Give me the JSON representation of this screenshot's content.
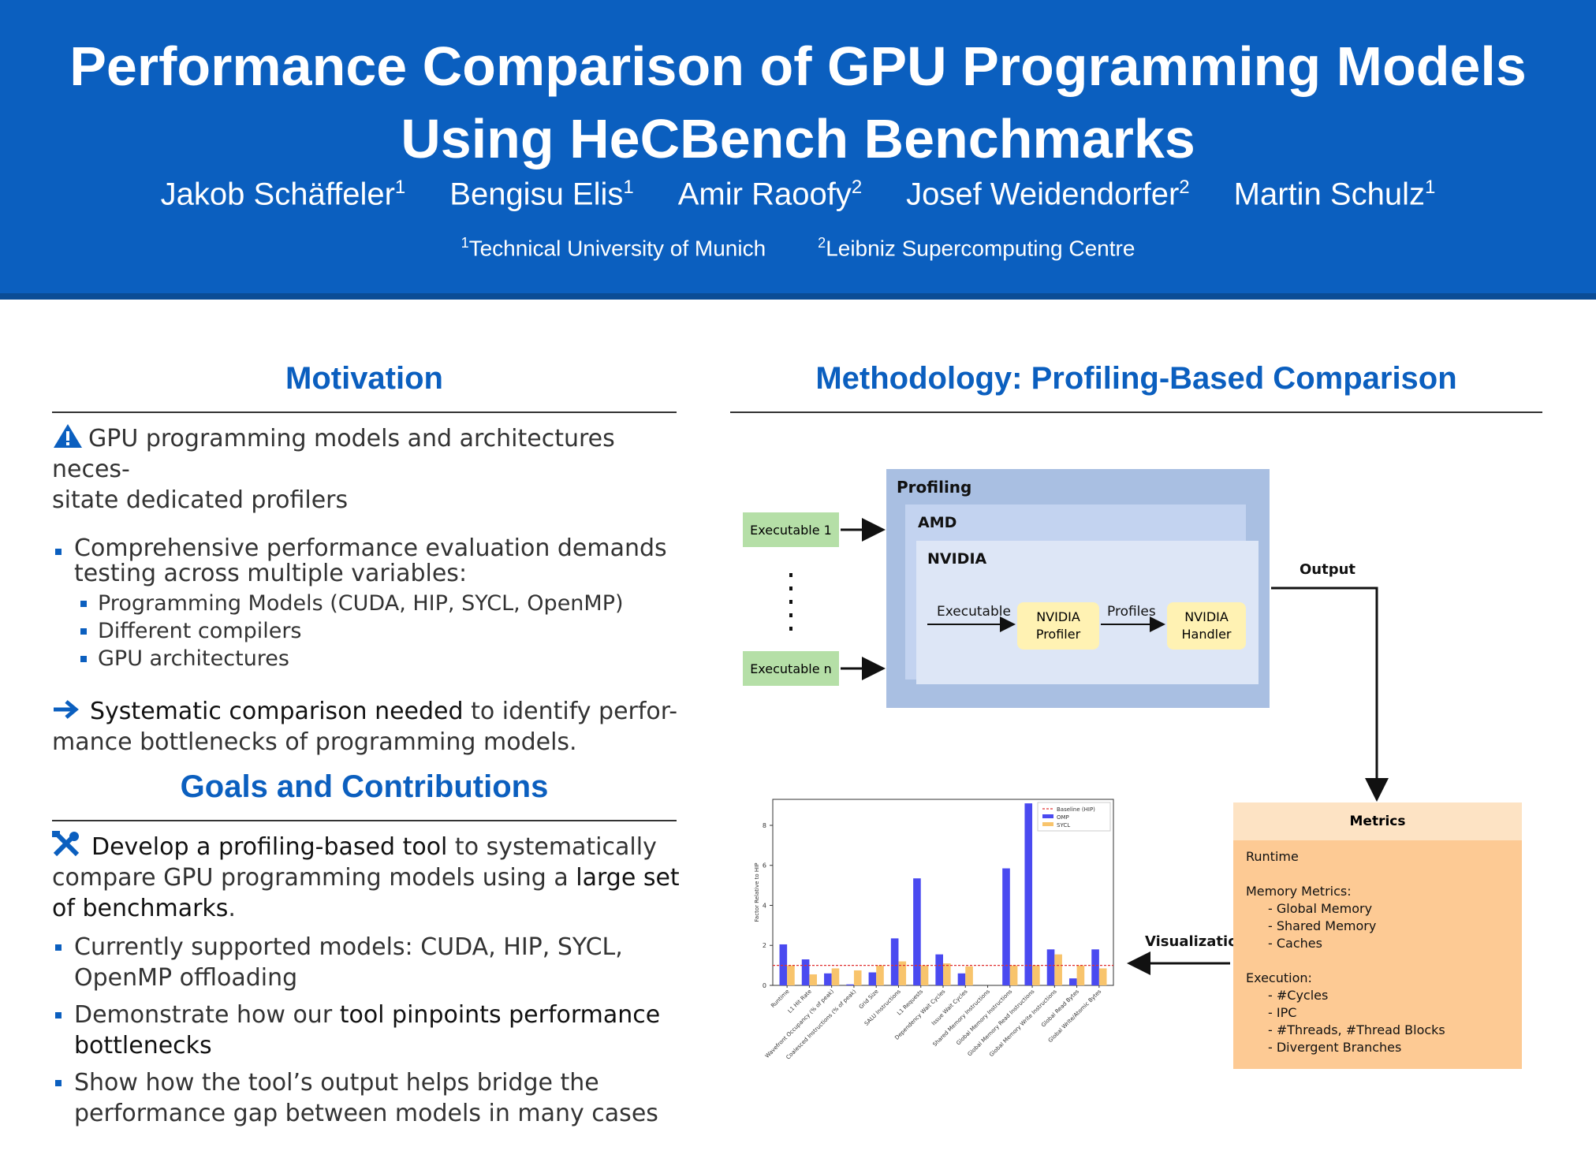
{
  "header": {
    "title_line1": "Performance Comparison of GPU Programming Models",
    "title_line2": "Using HeCBench Benchmarks",
    "authors": [
      {
        "name": "Jakob Schäffeler",
        "aff": "1"
      },
      {
        "name": "Bengisu Elis",
        "aff": "1"
      },
      {
        "name": "Amir Raoofy",
        "aff": "2"
      },
      {
        "name": "Josef Weidendorfer",
        "aff": "2"
      },
      {
        "name": "Martin Schulz",
        "aff": "1"
      }
    ],
    "affiliations": [
      {
        "num": "1",
        "name": "Technical University of Munich"
      },
      {
        "num": "2",
        "name": "Leibniz Supercomputing Centre"
      }
    ]
  },
  "motivation": {
    "title": "Motivation",
    "intro_line1": "GPU programming models and architectures neces-",
    "intro_line2": "sitate dedicated profilers",
    "bullet1_line1": "Comprehensive performance evaluation demands",
    "bullet1_line2": "testing across multiple variables:",
    "sub_items": [
      "Programming Models (CUDA, HIP, SYCL, OpenMP)",
      "Different compilers",
      "GPU architectures"
    ],
    "conclusion_bold": "Systematic comparison needed",
    "conclusion_rest": " to identify perfor-",
    "conclusion_line2": "mance bottlenecks of programming models."
  },
  "goals": {
    "title": "Goals and Contributions",
    "intro_a": "Develop a profiling-based tool",
    "intro_b": " to systematically",
    "intro_line2a": "compare GPU programming models using a ",
    "intro_line2b": "large set",
    "intro_line3a": "of benchmarks",
    "intro_line3b": ".",
    "b1_line1": "Currently supported models: CUDA, HIP, SYCL,",
    "b1_line2": "OpenMP offloading",
    "b2_a": "Demonstrate how our ",
    "b2_b": "tool pinpoints performance",
    "b2_line2": "bottlenecks",
    "b3_line1": "Show how the tool’s output helps bridge the",
    "b3_line2": "performance gap between models in many cases"
  },
  "methodology": {
    "title": "Methodology: Profiling-Based Comparison",
    "profiling_label": "Profiling",
    "amd_label": "AMD",
    "nvidia_label": "NVIDIA",
    "exec1": "Executable 1",
    "execn": "Executable n",
    "executable_label": "Executable",
    "profiler_line1": "NVIDIA",
    "profiler_line2": "Profiler",
    "profiles_label": "Profiles",
    "handler_line1": "NVIDIA",
    "handler_line2": "Handler",
    "output_label": "Output",
    "visualization_label": "Visualization",
    "metrics": {
      "title": "Metrics",
      "runtime": "Runtime",
      "memory_title": "Memory Metrics:",
      "memory_items": [
        "- Global Memory",
        "- Shared Memory",
        "- Caches"
      ],
      "execution_title": "Execution:",
      "execution_items": [
        "- #Cycles",
        "- IPC",
        "- #Threads, #Thread Blocks",
        "- Divergent Branches"
      ]
    },
    "colors": {
      "exec_fill": "#b5dfa7",
      "profiling_fill": "#a9bfe2",
      "amd_fill": "#c3d3f0",
      "nvidia_fill": "#dde6f6",
      "tool_fill": "#fff2b3",
      "metrics_fill": "#fdca94",
      "metrics_head": "#fde3c4"
    }
  },
  "chart_data": {
    "type": "bar",
    "ylabel": "Factor Relative to HIP",
    "ylim": [
      0,
      9.3
    ],
    "yticks": [
      "0",
      "2",
      "4",
      "6",
      "8"
    ],
    "categories": [
      "Runtime",
      "L1 Hit Rate",
      "Wavefront Occupancy (% of peak)",
      "Coalesced Instructions (% of peak)",
      "Grid Size",
      "SALU Instructions",
      "L1 Requests",
      "Dependency Wait Cycles",
      "Issue Wait Cycles",
      "Shared Memory Instructions",
      "Global Memory Instructions",
      "Global Memory Read Instructions",
      "Global Memory Write Instructions",
      "Global Read Bytes",
      "Global Write/Atomic Bytes"
    ],
    "baseline": 1,
    "series": [
      {
        "name": "Baseline (HIP)",
        "color": "#e03030"
      },
      {
        "name": "OMP",
        "color": "#4a4af0",
        "values": [
          2.05,
          1.3,
          0.6,
          0.05,
          0.65,
          2.35,
          5.35,
          1.55,
          0.6,
          0,
          5.85,
          9.1,
          1.8,
          0.35,
          1.8
        ]
      },
      {
        "name": "SYCL",
        "color": "#f8c46c",
        "values": [
          1.0,
          0.55,
          0.85,
          0.75,
          1.0,
          1.2,
          1.0,
          1.1,
          0.95,
          0,
          1.0,
          1.0,
          1.55,
          1.0,
          0.85
        ]
      }
    ]
  }
}
